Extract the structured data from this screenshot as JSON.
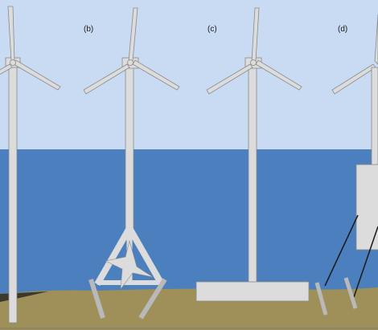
{
  "panels": [
    {
      "label": "",
      "foundation": "monopile"
    },
    {
      "label": "(b)",
      "foundation": "tripod"
    },
    {
      "label": "(c)",
      "foundation": "gravity-base"
    },
    {
      "label": "(d)",
      "foundation": "floating"
    }
  ],
  "colors": {
    "sky": "#c8dbf2",
    "sea": "#4b7fbe",
    "seabed": "#9e9058",
    "structure": "#dcdcdc",
    "structure_outline": "#8a8a8a",
    "mooring": "#1a1a1a"
  }
}
